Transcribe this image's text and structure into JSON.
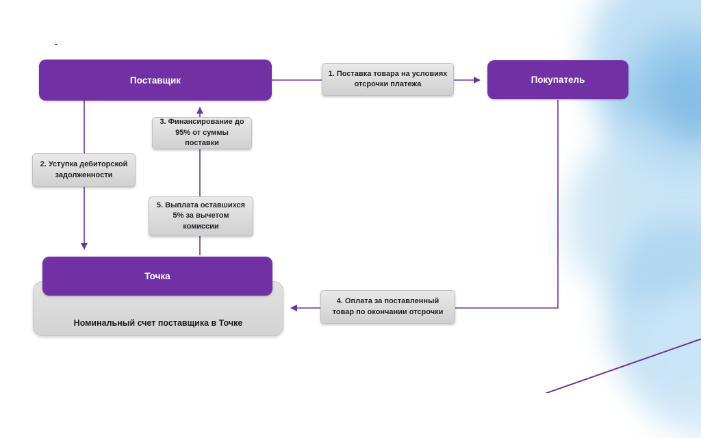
{
  "slide": {
    "nodes": {
      "supplier": "Поставщик",
      "buyer": "Покупатель",
      "tochka": "Точка",
      "nominal_account": "Номинальный счет поставщика в Точке"
    },
    "steps": [
      "1. Поставка товара на условиях отсрочки платежа",
      "2. Уступка дебиторской задолженности",
      "3. Финансирование до 95% от суммы поставки",
      "4. Оплата за поставленный товар по окончании отсрочки",
      "5. Выплата оставшихся 5% за вычетом комиссии"
    ],
    "colors": {
      "primary": "#7130a4",
      "node_text": "#ffffff",
      "label_bg": "#d9d9d9",
      "label_text": "#222222",
      "arrow": "#7030a0",
      "watercolor": "#aed4ec"
    }
  }
}
